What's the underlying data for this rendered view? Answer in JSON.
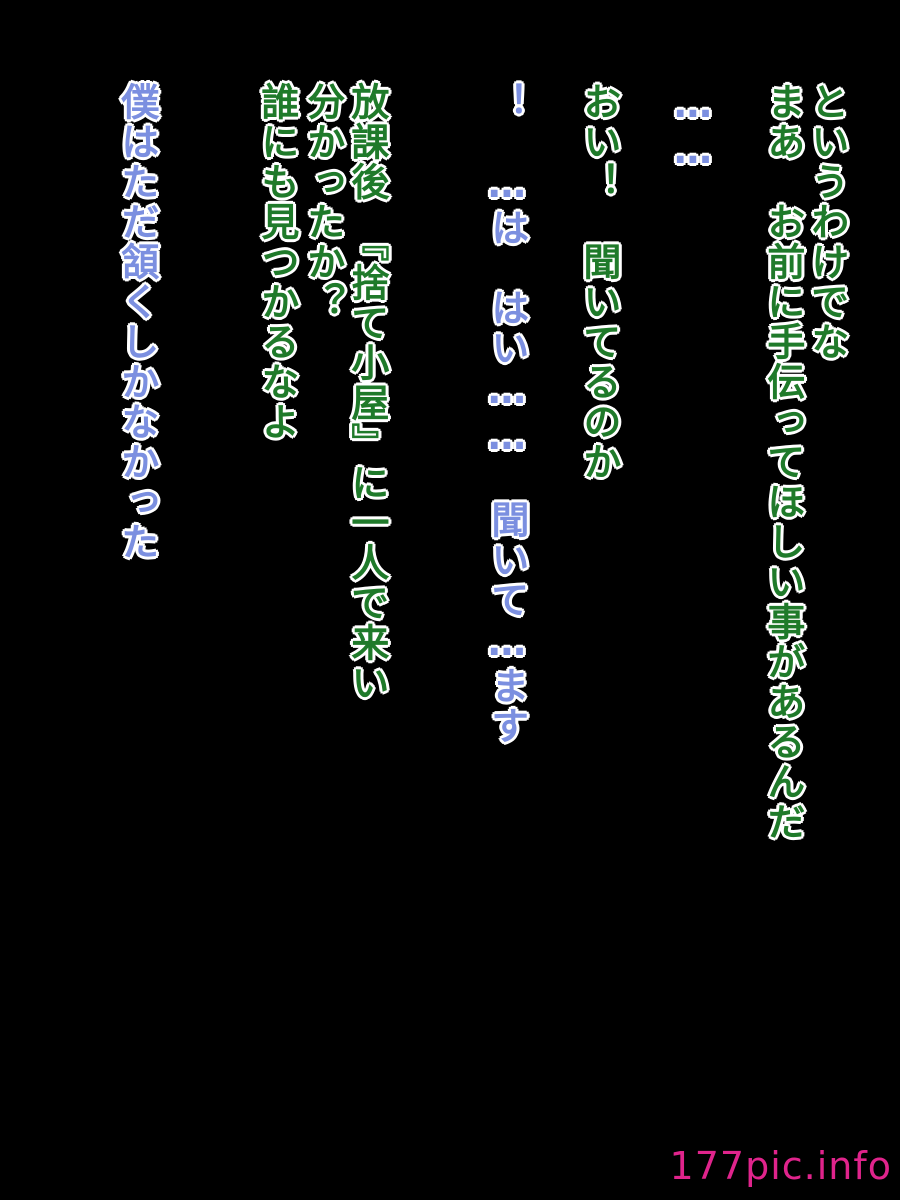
{
  "lines": [
    {
      "text": "というわけでな",
      "speaker_color": "#1f7a2a"
    },
    {
      "text": "まあ　お前に手伝ってほしい事があるんだ",
      "speaker_color": "#1f7a2a"
    },
    {
      "text": "……",
      "speaker_color": "#7b8fe0"
    },
    {
      "text": "おい！　聞いてるのか",
      "speaker_color": "#1f7a2a"
    },
    {
      "text": "！　…は　はい……　聞いて…ます",
      "speaker_color": "#7b8fe0"
    },
    {
      "text": "放課後　『捨て小屋』に一人で来い",
      "speaker_color": "#1f7a2a"
    },
    {
      "text": "分かったか？",
      "speaker_color": "#1f7a2a"
    },
    {
      "text": "誰にも見つかるなよ",
      "speaker_color": "#1f7a2a"
    },
    {
      "text": "僕はただ頷くしかなかった",
      "speaker_color": "#7b8fe0"
    }
  ],
  "watermark": "177pic.info",
  "colors": {
    "background": "#000000",
    "green_text": "#1f7a2a",
    "blue_text": "#7b8fe0",
    "outline": "#ffffff",
    "watermark": "#e0248c"
  }
}
